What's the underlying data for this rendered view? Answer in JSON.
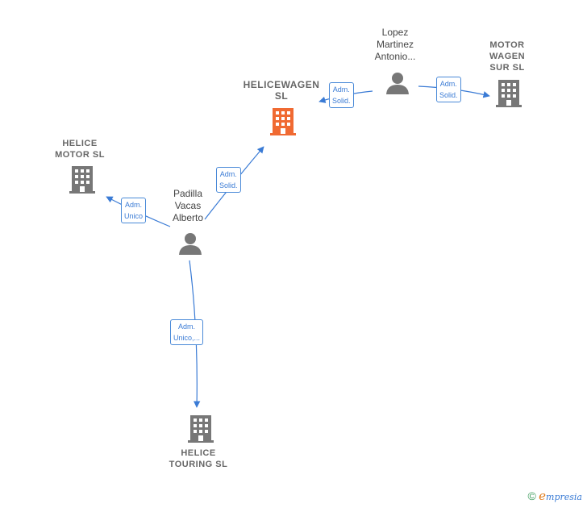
{
  "nodes": {
    "helicewagen": {
      "name": "HELICEWAGEN\nSL",
      "color": "#f06a32"
    },
    "motor_wagen_sur": {
      "name": "MOTOR\nWAGEN\nSUR SL",
      "color": "#777777"
    },
    "helice_motor": {
      "name": "HELICE\nMOTOR  SL",
      "color": "#777777"
    },
    "helice_touring": {
      "name": "HELICE\nTOURING  SL",
      "color": "#777777"
    },
    "lopez": {
      "name": "Lopez\nMartinez\nAntonio..."
    },
    "padilla": {
      "name": "Padilla\nVacas\nAlberto"
    }
  },
  "edges": {
    "lopez_helicewagen": "Adm.\nSolid.",
    "lopez_motorwagen": "Adm.\nSolid.",
    "padilla_helicewagen": "Adm.\nSolid.",
    "padilla_helicemotor": "Adm.\nUnico",
    "padilla_helicetouring": "Adm.\nUnico,..."
  },
  "brand": {
    "copyright": "©",
    "first_letter": "e",
    "rest": "mpresia"
  },
  "colors": {
    "edge": "#3a7bd5",
    "person": "#777777"
  }
}
